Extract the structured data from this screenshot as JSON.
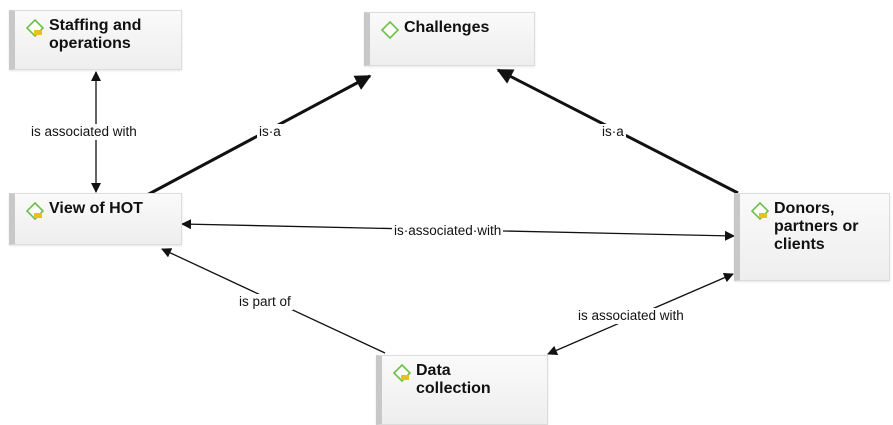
{
  "nodes": {
    "staffing": {
      "label": "Staffing and\noperations",
      "icon": "code-diamond-icon"
    },
    "challenges": {
      "label": "Challenges",
      "icon": "code-diamond-icon"
    },
    "view_hot": {
      "label": "View of HOT",
      "icon": "code-diamond-icon"
    },
    "donors": {
      "label": "Donors,\npartners or\nclients",
      "icon": "code-diamond-icon"
    },
    "data_collection": {
      "label": "Data\ncollection",
      "icon": "code-diamond-icon"
    }
  },
  "edges": {
    "staffing_view": "is associated with",
    "view_challenges": "is·a",
    "donors_challenges": "is·a",
    "view_donors": "is·associated·with",
    "data_view": "is part of",
    "donors_data": "is associated with"
  },
  "colors": {
    "icon_green": "#6cc04a",
    "icon_yellow": "#e8c21a",
    "edge": "#111111"
  }
}
